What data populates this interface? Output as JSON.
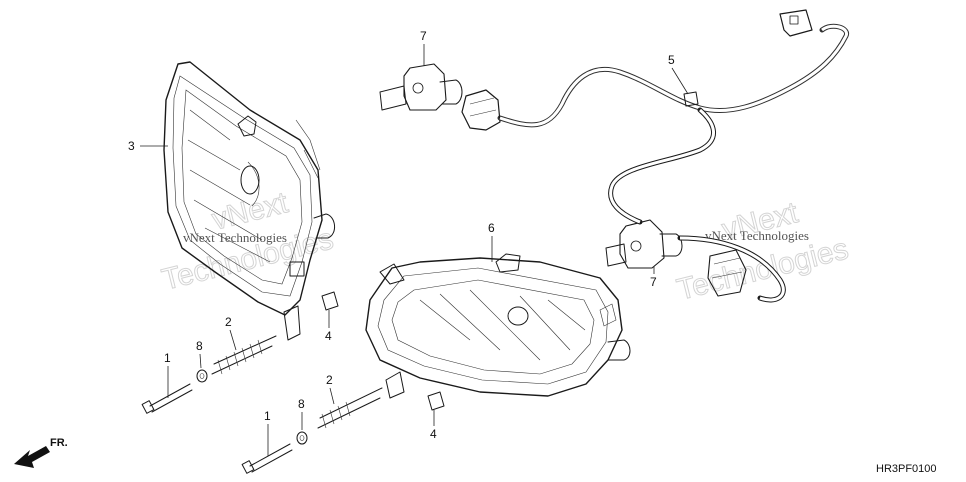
{
  "diagram": {
    "diagram_code": "HR3PF0100",
    "direction_label": "FR.",
    "watermark": {
      "line1": "vNext",
      "line2": "Technologies",
      "inline": "vNext Technologies"
    },
    "callouts": {
      "left_headlight": "3",
      "right_headlight": "6",
      "bulb_top": "7",
      "bulb_bottom": "7",
      "harness": "5",
      "screw_left": "2",
      "screw_right": "2",
      "nut_left": "4",
      "nut_right": "4",
      "bolt_left": "1",
      "bolt_right": "1",
      "washer_left": "8",
      "washer_right": "8"
    },
    "colors": {
      "ink": "#1a1a1a",
      "watermark": "#d4d4d4"
    }
  }
}
